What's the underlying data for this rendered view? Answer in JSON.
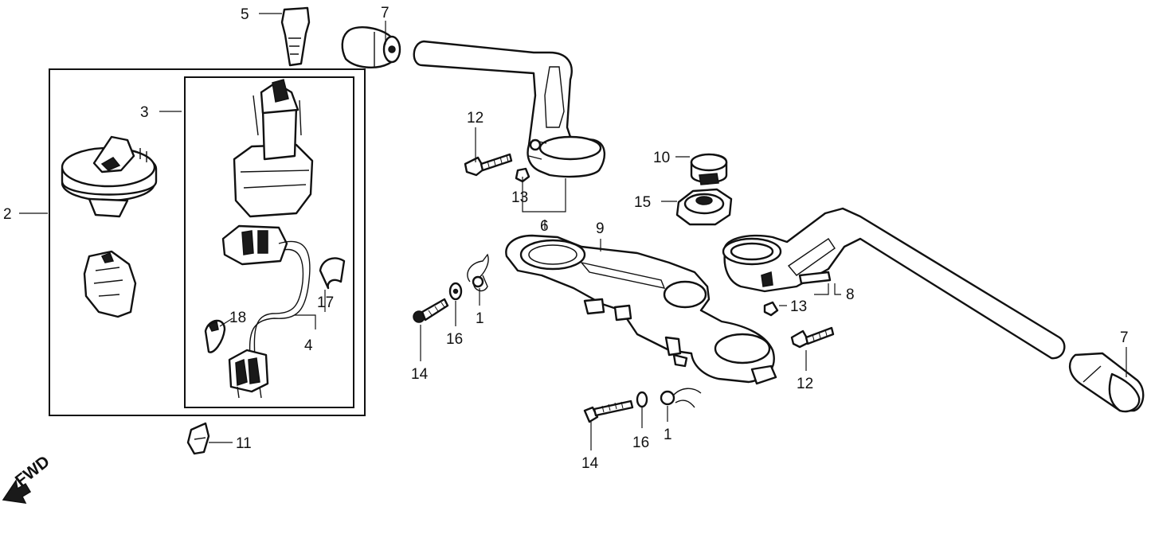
{
  "diagram": {
    "callouts": {
      "c1a": "1",
      "c1b": "1",
      "c2": "2",
      "c3": "3",
      "c4": "4",
      "c5": "5",
      "c6": "6",
      "c7a": "7",
      "c7b": "7",
      "c8": "8",
      "c9": "9",
      "c10": "10",
      "c11": "11",
      "c12a": "12",
      "c12b": "12",
      "c13a": "13",
      "c13b": "13",
      "c14a": "14",
      "c14b": "14",
      "c15": "15",
      "c16a": "16",
      "c16b": "16",
      "c17": "17",
      "c18": "18"
    },
    "direction_label": "FWD"
  }
}
